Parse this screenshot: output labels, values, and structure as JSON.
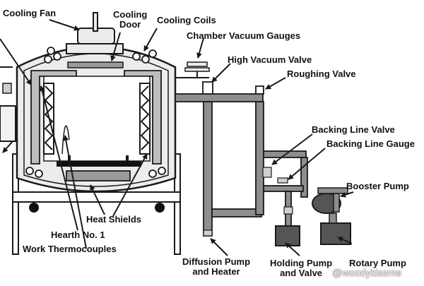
{
  "labels": {
    "cooling_fan": "Cooling Fan",
    "cooling_door_1": "Cooling",
    "cooling_door_2": "Door",
    "cooling_coils": "Cooling Coils",
    "chamber_vacuum_gauges": "Chamber Vacuum Gauges",
    "high_vacuum_valve": "High Vacuum Valve",
    "roughing_valve": "Roughing Valve",
    "backing_line_valve": "Backing Line Valve",
    "backing_line_gauge": "Backing Line Gauge",
    "booster_pump": "Booster Pump",
    "heat_shields": "Heat Shields",
    "hearth_no_1": "Hearth No. 1",
    "work_thermocouples": "Work Thermocouples",
    "diffusion_pump_1": "Diffusion Pump",
    "diffusion_pump_2": "and Heater",
    "holding_pump_1": "Holding Pump",
    "holding_pump_2": "and Valve",
    "rotary_pump": "Rotary Pump"
  },
  "watermark": "@woodykissme",
  "colors": {
    "line": "#1a1a1a",
    "vessel_fill": "#ececec",
    "chamber_fill": "#e2e2e2",
    "pipe_fill": "#8e8e8e",
    "hearth_fill": "#9a9a9a",
    "hot_zone_fill": "#bdbdbd"
  }
}
